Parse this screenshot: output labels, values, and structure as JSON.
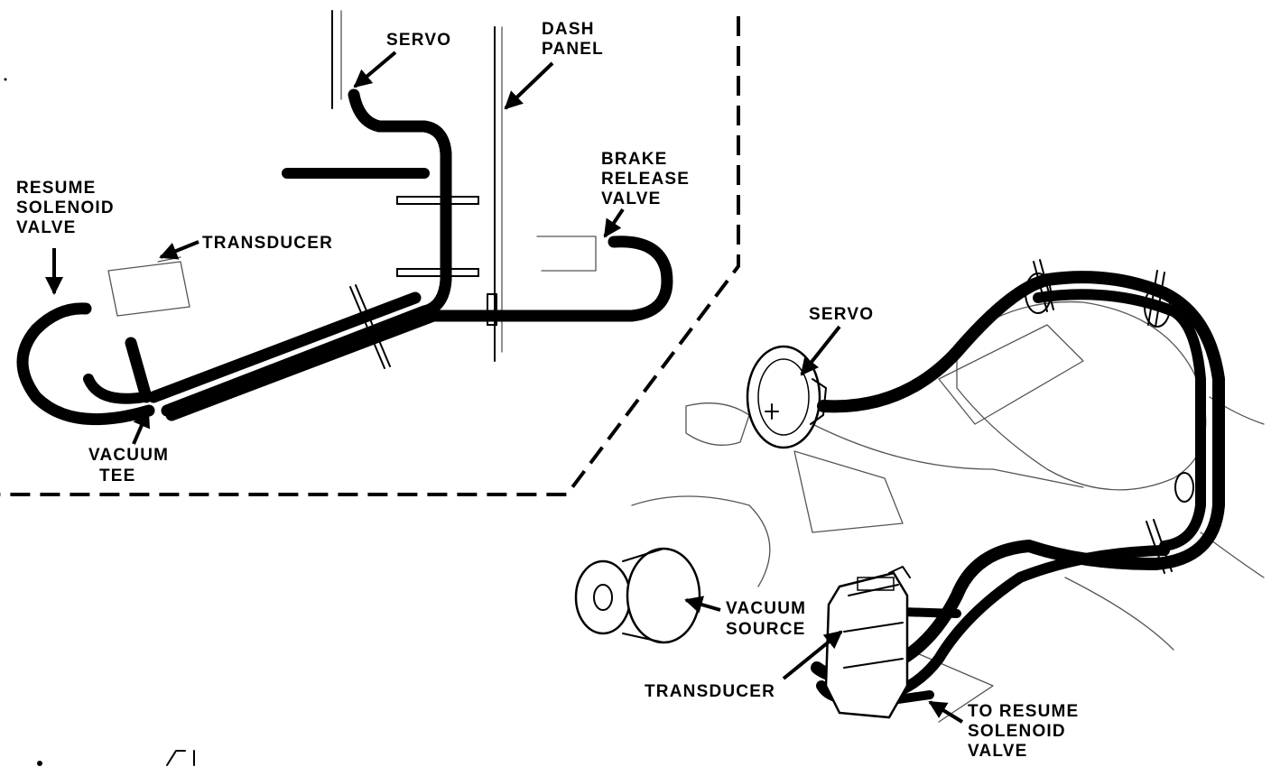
{
  "inset_labels": {
    "servo": "SERVO",
    "dash_panel": [
      "DASH",
      "PANEL"
    ],
    "brake_release_valve": [
      "BRAKE",
      "RELEASE",
      "VALVE"
    ],
    "resume_solenoid_valve": [
      "RESUME",
      "SOLENOID",
      "VALVE"
    ],
    "transducer": "TRANSDUCER",
    "vacuum_tee": [
      "VACUUM",
      "TEE"
    ]
  },
  "engine_labels": {
    "servo": "SERVO",
    "vacuum_source": [
      "VACUUM",
      "SOURCE"
    ],
    "transducer": "TRANSDUCER",
    "to_resume_solenoid_valve": [
      "TO RESUME",
      "SOLENOID",
      "VALVE"
    ]
  }
}
